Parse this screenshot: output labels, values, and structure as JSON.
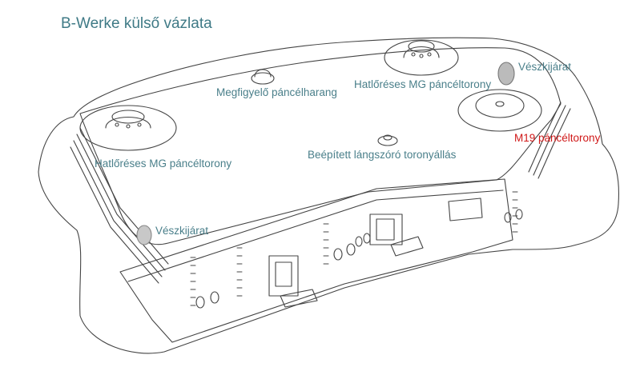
{
  "title": "B-Werke külső vázlata",
  "labels": [
    {
      "id": "l0",
      "text": "Megfigyelő páncélharang",
      "color": "#4a7f8a"
    },
    {
      "id": "l1",
      "text": "Hatlőréses MG páncéltorony",
      "color": "#4a7f8a"
    },
    {
      "id": "l2",
      "text": "Vészkijárat",
      "color": "#4a7f8a"
    },
    {
      "id": "l3",
      "text": "Hatlőréses MG páncéltorony",
      "color": "#4a7f8a"
    },
    {
      "id": "l4",
      "text": "Beépített lángszóró toronyállás",
      "color": "#4a7f8a"
    },
    {
      "id": "l5",
      "text": "M19 páncéltorony",
      "color": "#d01818"
    },
    {
      "id": "l6",
      "text": "Vészkijárat",
      "color": "#4a7f8a"
    }
  ]
}
